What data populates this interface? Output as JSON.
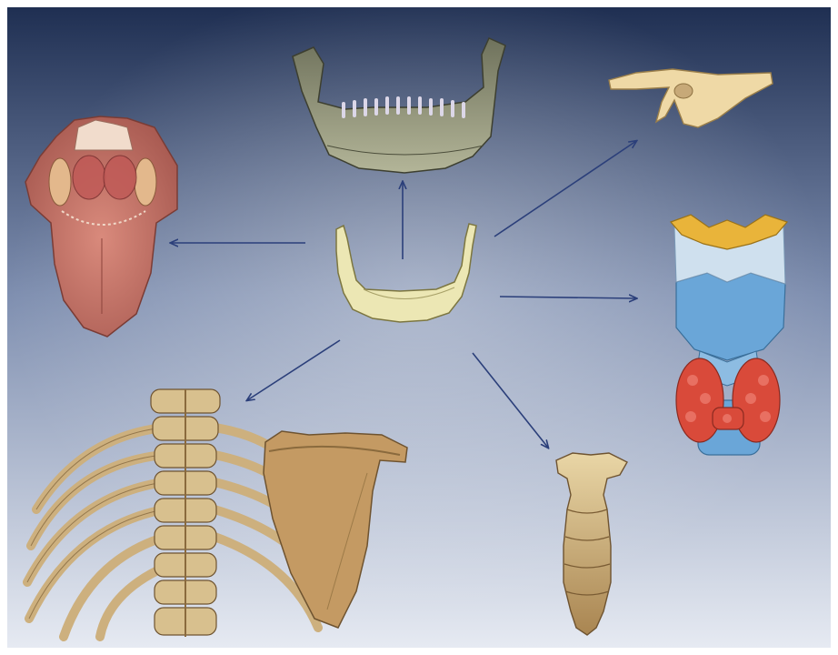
{
  "figure": {
    "background_top": "#1f2f52",
    "background_mid": "#7f8fb0",
    "background_bottom": "#e6eaf2",
    "arrow_color": "#2b3f7a",
    "center": {
      "structure": "hyoid-bone",
      "color": "#ece7b4"
    },
    "targets": [
      {
        "structure": "mandible",
        "color": "#8c8f73"
      },
      {
        "structure": "temporal-styloid-process",
        "color": "#efd9a6"
      },
      {
        "structure": "larynx-and-thyroid",
        "colors": [
          "#e9b43a",
          "#6aa6d8",
          "#d94a3a"
        ]
      },
      {
        "structure": "sternum",
        "color": "#d8c48c"
      },
      {
        "structure": "scapula-and-rib-cage",
        "color": "#c9a877"
      },
      {
        "structure": "tongue",
        "color": "#c9756a"
      }
    ]
  }
}
